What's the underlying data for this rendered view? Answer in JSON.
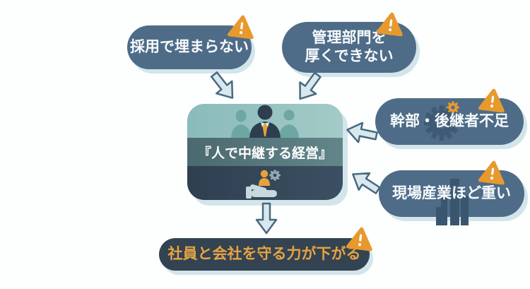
{
  "diagram_title": "人で中継する経営 (management relayed through people) cause-effect diagram",
  "center": {
    "title": "『人で中継する経営』",
    "icons": [
      "team-silhouettes-icon",
      "hand-holding-person-gear-icon"
    ]
  },
  "causes": [
    {
      "label": "採用で埋まらない",
      "icon": "warning-icon"
    },
    {
      "line1": "管理部門を",
      "line2": "厚くできない",
      "icon": "warning-icon"
    },
    {
      "label": "幹部・後継者不足",
      "icons": [
        "warning-icon",
        "gear-icon",
        "gear-silhouette-icon"
      ]
    },
    {
      "label": "現場産業ほど重い",
      "icons": [
        "warning-icon",
        "factory-icon"
      ]
    }
  ],
  "outcome": {
    "label": "社員と会社を守る力が下がる",
    "icon": "warning-icon"
  },
  "colors": {
    "background": "#fdfefe",
    "pill_blue": "#4e6c87",
    "pill_dark": "#334351",
    "pill_shadow": "#d2e5eb",
    "warning_orange": "#e8992e",
    "outcome_text_orange": "#e8a343",
    "arrow_fill": "#d9e8ee",
    "arrow_stroke": "#46697f",
    "band_light_teal": "#97c2c0",
    "band_mid_teal": "#5e8182",
    "band_dark_navy": "#36495a",
    "silhouette_dark": "#3e5a74",
    "person_accent_orange": "#e8a23c"
  }
}
